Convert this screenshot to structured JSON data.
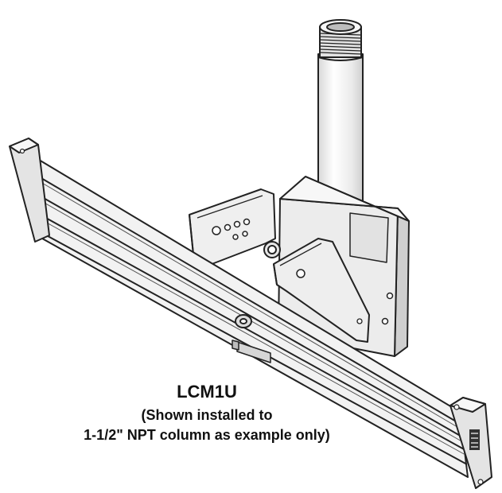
{
  "caption": {
    "model": "LCM1U",
    "line1": "(Shown installed to",
    "line2": "1-1/2\" NPT column as example only)"
  },
  "colors": {
    "outline": "#222222",
    "fill_light": "#f4f4f4",
    "fill_mid": "#e4e4e4",
    "fill_dark": "#cfcfcf"
  }
}
